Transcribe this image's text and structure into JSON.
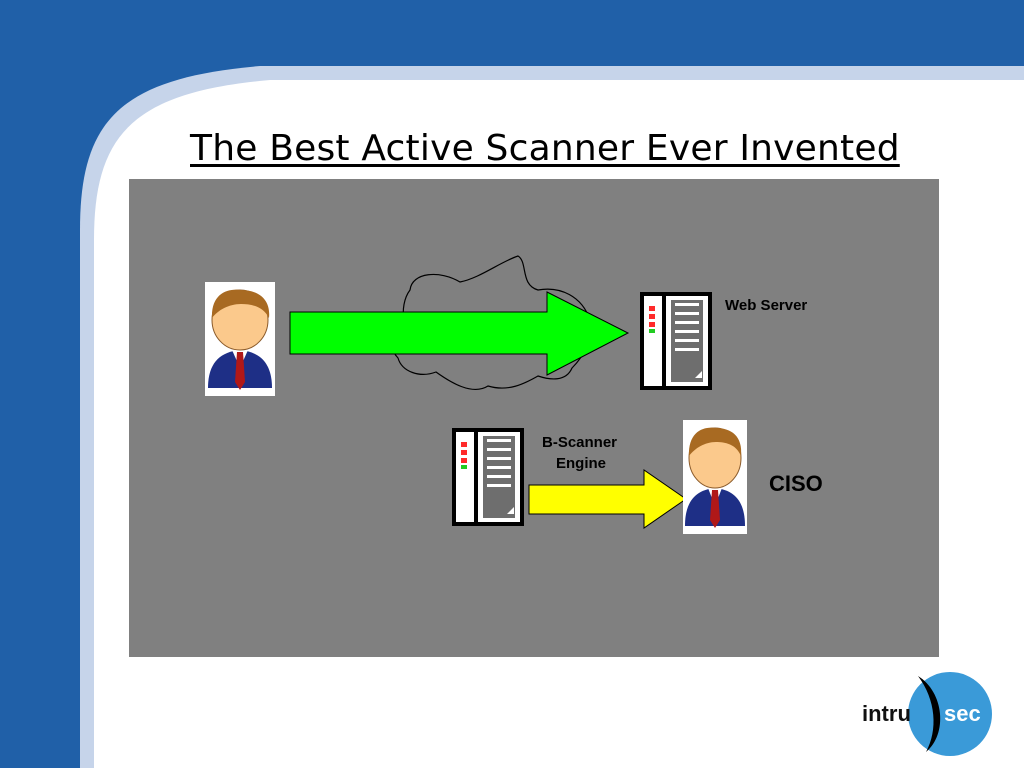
{
  "slide": {
    "title": "The Best Active Scanner Ever Invented"
  },
  "diagram": {
    "web_server_label": "Web Server",
    "scanner_label_line1": "B-Scanner",
    "scanner_label_line2": "Engine",
    "ciso_label": "CISO"
  },
  "logo": {
    "part1": "intru",
    "part2": "sec"
  },
  "colors": {
    "frame_blue": "#2060a8",
    "frame_light": "#c6d4ea",
    "panel_gray": "#808080",
    "arrow_green": "#00ff00",
    "arrow_yellow": "#ffff00",
    "logo_blue": "#3a9ad8"
  },
  "icons": [
    "user-icon",
    "server-icon",
    "cloud-icon",
    "logo-swoosh-icon"
  ]
}
